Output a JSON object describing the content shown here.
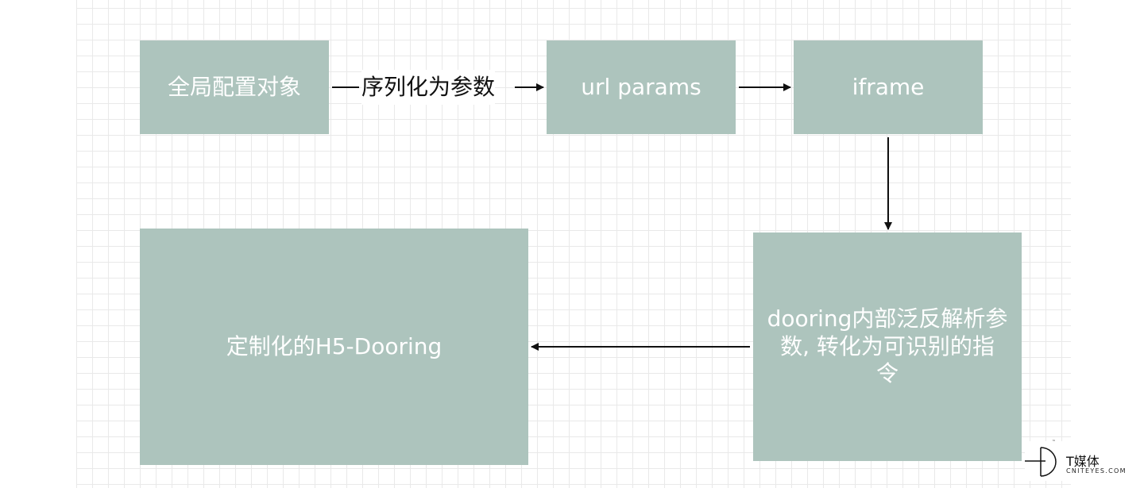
{
  "diagram": {
    "nodes": {
      "global_config": "全局配置对象",
      "url_params": "url params",
      "iframe": "iframe",
      "dooring_parse": [
        "dooring内部泛反解析参",
        "数, 转化为可识别的指",
        "令"
      ],
      "h5_dooring": "定制化的H5-Dooring"
    },
    "edges": [
      {
        "from": "global_config",
        "to": "url_params",
        "label": "序列化为参数"
      },
      {
        "from": "url_params",
        "to": "iframe",
        "label": ""
      },
      {
        "from": "iframe",
        "to": "dooring_parse",
        "label": ""
      },
      {
        "from": "dooring_parse",
        "to": "h5_dooring",
        "label": ""
      }
    ],
    "colors": {
      "node_fill": "#adc4bd",
      "node_text": "#ffffff",
      "edge": "#111111",
      "grid": "#e9e9e9"
    }
  },
  "watermark": {
    "brand": "T媒体",
    "sub": "CNITEYES.COM",
    "tm": "™"
  }
}
